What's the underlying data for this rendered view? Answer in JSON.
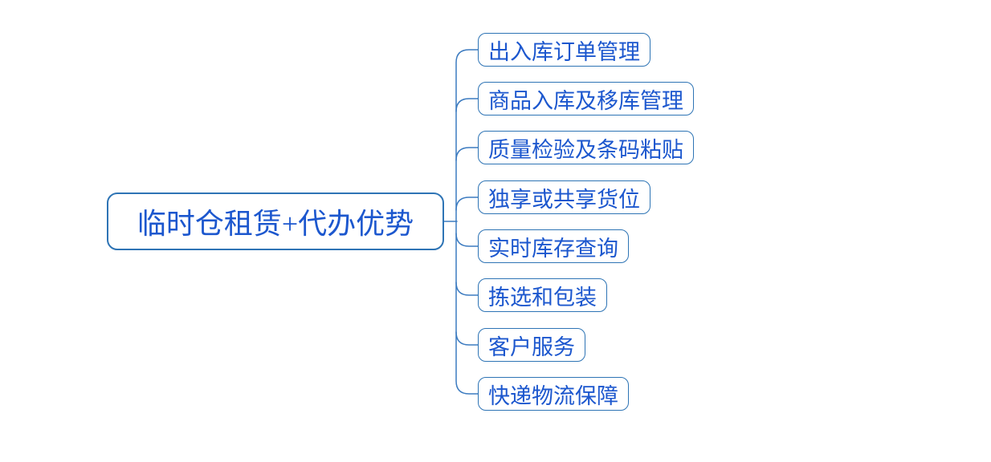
{
  "diagram": {
    "type": "mindmap",
    "root": {
      "label": "临时仓租赁+代办优势"
    },
    "children": [
      {
        "label": "出入库订单管理"
      },
      {
        "label": "商品入库及移库管理"
      },
      {
        "label": "质量检验及条码粘贴"
      },
      {
        "label": "独享或共享货位"
      },
      {
        "label": "实时库存查询"
      },
      {
        "label": "拣选和包装"
      },
      {
        "label": "客户服务"
      },
      {
        "label": "快递物流保障"
      }
    ],
    "colors": {
      "node_border": "#2e74b5",
      "node_text": "#1c57ce",
      "connector_line": "#3c7bc0",
      "background": "#ffffff"
    }
  }
}
